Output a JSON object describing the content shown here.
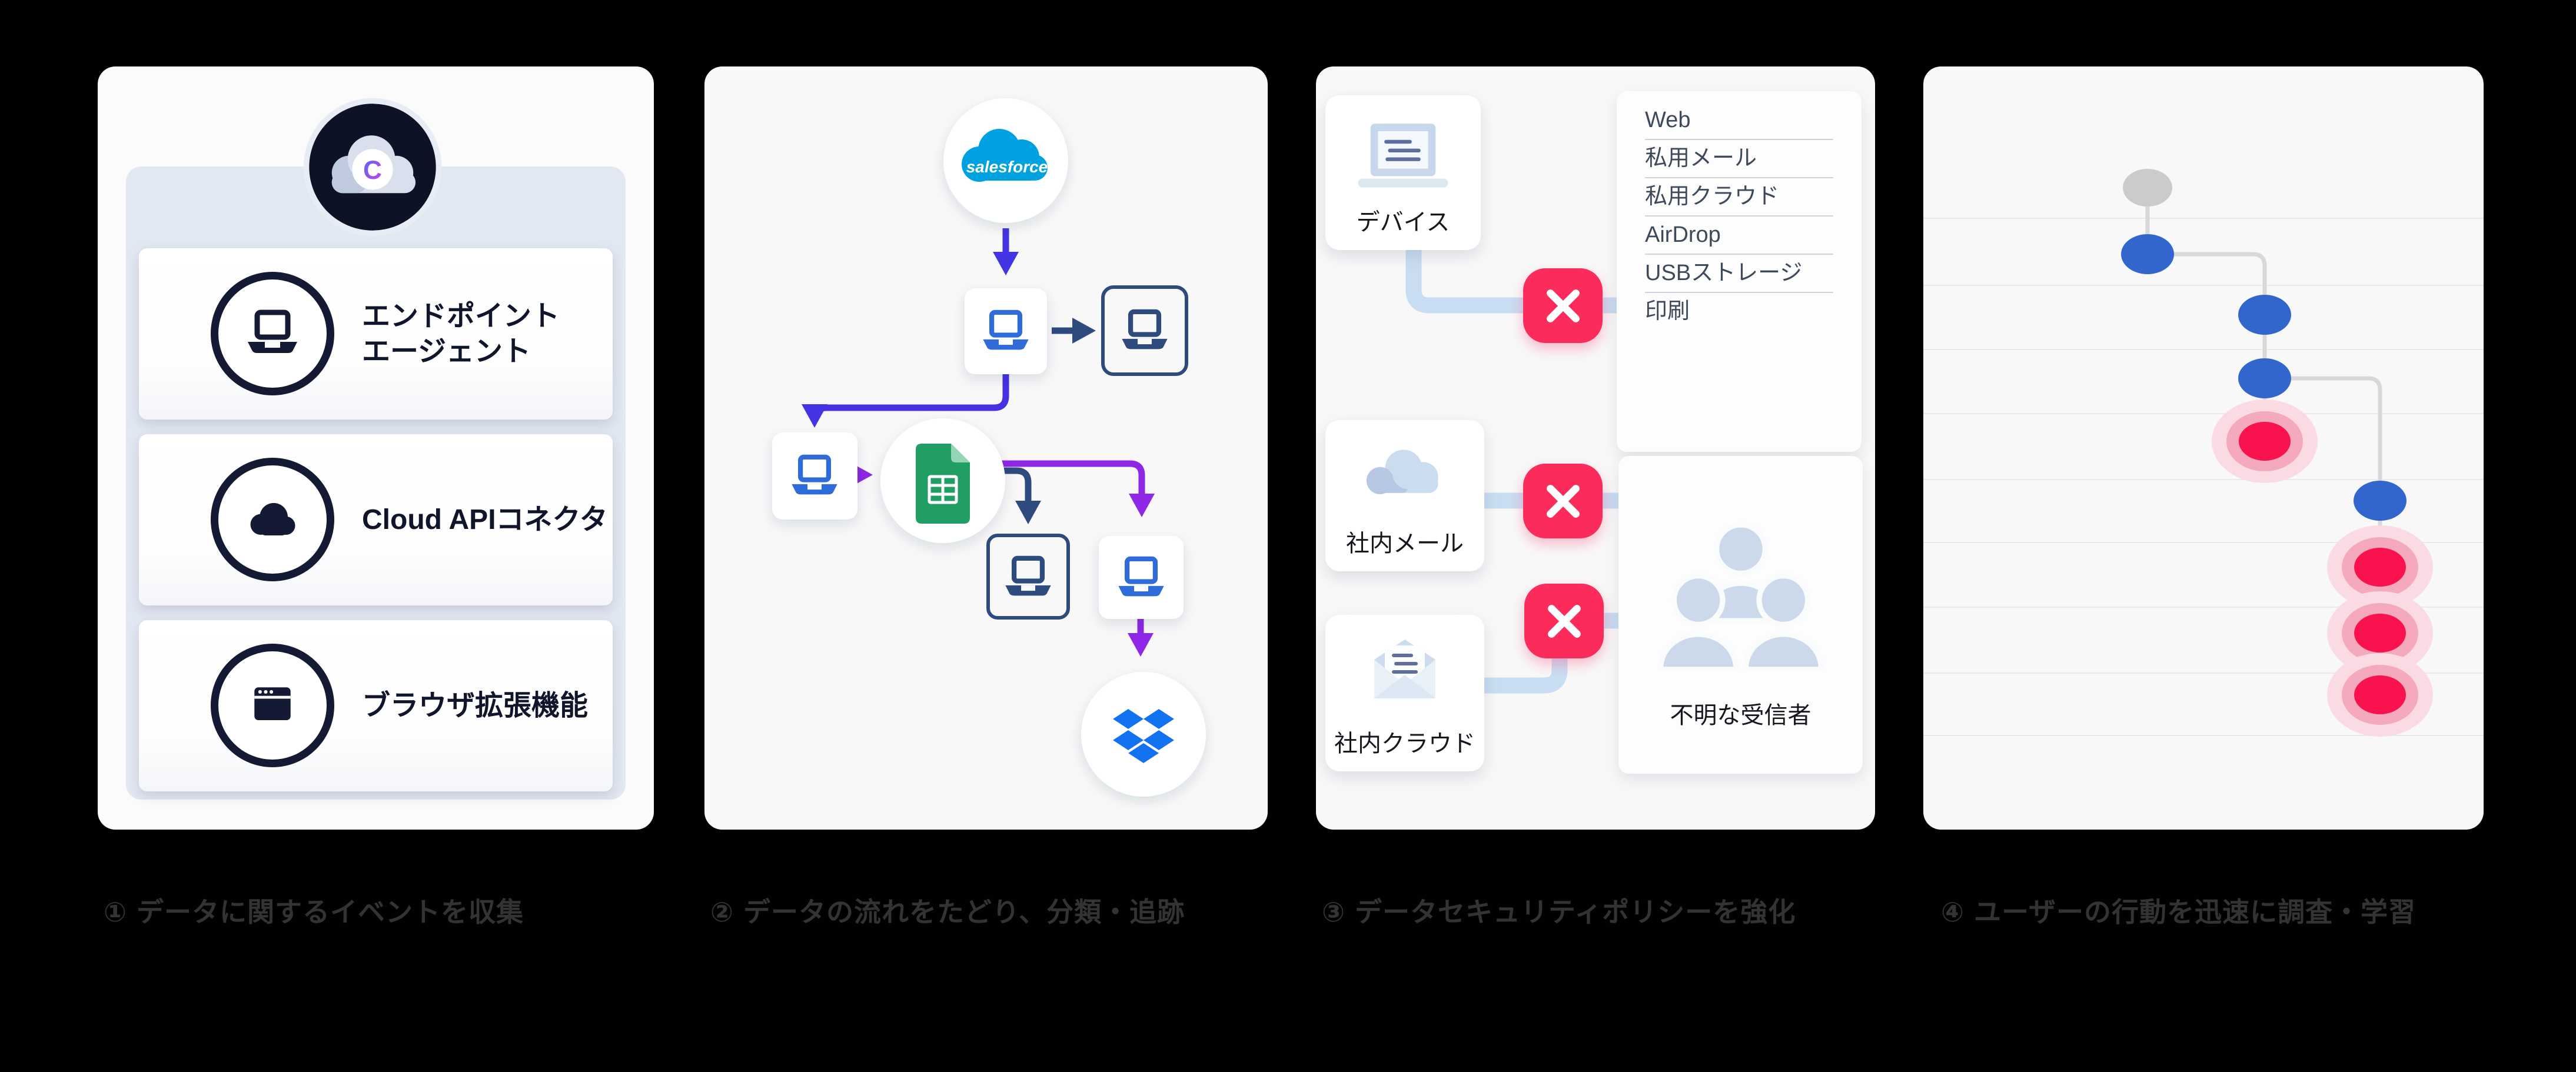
{
  "colors": {
    "background": "#000000",
    "card_bg": "#f8f8f9",
    "panel1_inner_bg": "#e2e8f2",
    "dark_navy": "#10152b",
    "flow_indigo": "#4334e4",
    "flow_navy": "#2e4b7e",
    "flow_purple": "#8f27e6",
    "laptop_blue": "#2f6bd9",
    "block_red": "#fb2b5c",
    "pipe_blue": "#c9ddf2",
    "node_blue": "#3366cc",
    "node_gray": "#cbcbcb",
    "alert_red": "#f8124e",
    "salesforce_blue": "#00a1e0",
    "sheets_green": "#219e63",
    "dropbox_blue": "#1372f0",
    "caption_text": "#333333",
    "channel_text": "#3e4a5c"
  },
  "panel1": {
    "logo_letter": "C",
    "items": [
      {
        "icon": "laptop-icon",
        "label": "エンドポイント\nエージェント"
      },
      {
        "icon": "cloud-icon",
        "label": "Cloud APIコネクタ"
      },
      {
        "icon": "browser-icon",
        "label": "ブラウザ拡張機能"
      }
    ]
  },
  "panel2": {
    "salesforce_label": "salesforce",
    "flow_nodes": [
      "salesforce",
      "laptop",
      "laptop",
      "laptop",
      "google-sheets",
      "laptop",
      "laptop",
      "dropbox"
    ]
  },
  "panel3": {
    "device_label": "デバイス",
    "internal_mail_label": "社内メール",
    "internal_cloud_label": "社内クラウド",
    "blocked_channels": [
      "Web",
      "私用メール",
      "私用クラウド",
      "AirDrop",
      "USBストレージ",
      "印刷"
    ],
    "unknown_recipients_label": "不明な受信者"
  },
  "panel4": {
    "timeline_nodes": [
      "start",
      "normal",
      "normal",
      "normal",
      "alert",
      "normal",
      "alert",
      "alert",
      "alert"
    ]
  },
  "captions": [
    {
      "number": "①",
      "text": "データに関するイベントを収集"
    },
    {
      "number": "②",
      "text": "データの流れをたどり、分類・追跡"
    },
    {
      "number": "③",
      "text": "データセキュリティポリシーを強化"
    },
    {
      "number": "④",
      "text": "ユーザーの行動を迅速に調査・学習"
    }
  ],
  "icons": [
    "cyberhaven-cloud-logo",
    "laptop-icon",
    "cloud-icon",
    "browser-icon",
    "salesforce-logo",
    "google-sheets-icon",
    "dropbox-icon",
    "device-laptop-icon",
    "internal-cloud-icon",
    "envelope-icon",
    "block-x-icon",
    "users-icon"
  ]
}
